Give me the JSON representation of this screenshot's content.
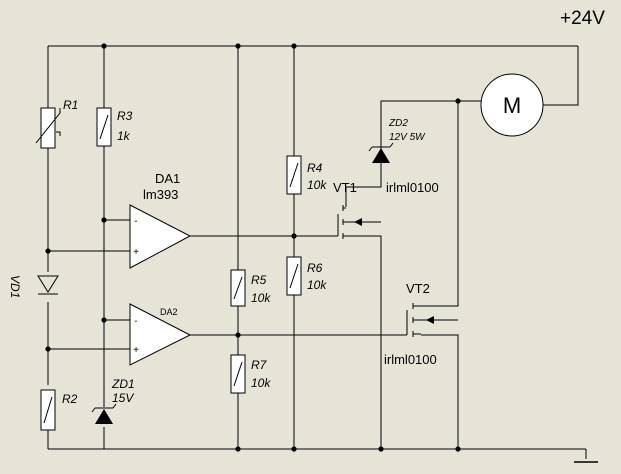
{
  "supply_label": "+24V",
  "motor_label": "M",
  "components": {
    "R1": {
      "ref": "R1"
    },
    "R2": {
      "ref": "R2"
    },
    "R3": {
      "ref": "R3",
      "value": "1k"
    },
    "R4": {
      "ref": "R4",
      "value": "10k"
    },
    "R5": {
      "ref": "R5",
      "value": "10k"
    },
    "R6": {
      "ref": "R6",
      "value": "10k"
    },
    "R7": {
      "ref": "R7",
      "value": "10k"
    },
    "VD1": {
      "ref": "VD1"
    },
    "ZD1": {
      "ref": "ZD1",
      "value": "15V"
    },
    "ZD2": {
      "ref": "ZD2",
      "value": "12V 5W"
    },
    "DA1": {
      "ref": "DA1",
      "part": "lm393"
    },
    "DA2": {
      "ref": "DA2"
    },
    "VT1": {
      "ref": "VT1",
      "part": "irlml0100"
    },
    "VT2": {
      "ref": "VT2",
      "part": "irlml0100"
    }
  },
  "opamp_pins": {
    "minus": "-",
    "plus": "+"
  },
  "colors": {
    "background": "#e6e3d7",
    "wire": "#000000",
    "body": "#ffffff"
  }
}
